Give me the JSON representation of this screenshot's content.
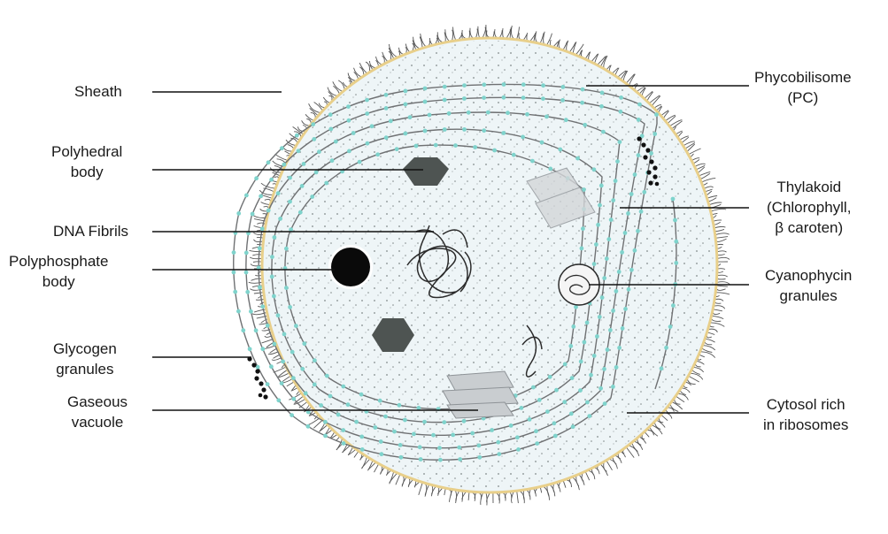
{
  "labels": {
    "sheath": "Sheath",
    "polyhedral_body": [
      "Polyhedral",
      "body"
    ],
    "dna_fibrils": "DNA Fibrils",
    "polyphosphate_body": [
      "Polyphosphate",
      "body"
    ],
    "glycogen_granules": [
      "Glycogen",
      "granules"
    ],
    "gaseous_vacuole": [
      "Gaseous",
      "vacuole"
    ],
    "phycobilisome": [
      "Phycobilisome",
      "(PC)"
    ],
    "thylakoid": [
      "Thylakoid",
      "(Chlorophyll,",
      "β caroten)"
    ],
    "cyanophycin_granules": [
      "Cyanophycin",
      "granules"
    ],
    "cytosol": [
      "Cytosol rich",
      "in ribosomes"
    ]
  },
  "colors": {
    "cytoplasm": "#eef5f7",
    "cell_wall": "#e8cf8a",
    "membrane": "#6f7173",
    "phycobilisome_dots": "#7fd3cc",
    "polyhedral": "#4e5452",
    "polyphosphate": "#0a0a0a",
    "gas_vacuole": "#c9cdd0"
  }
}
